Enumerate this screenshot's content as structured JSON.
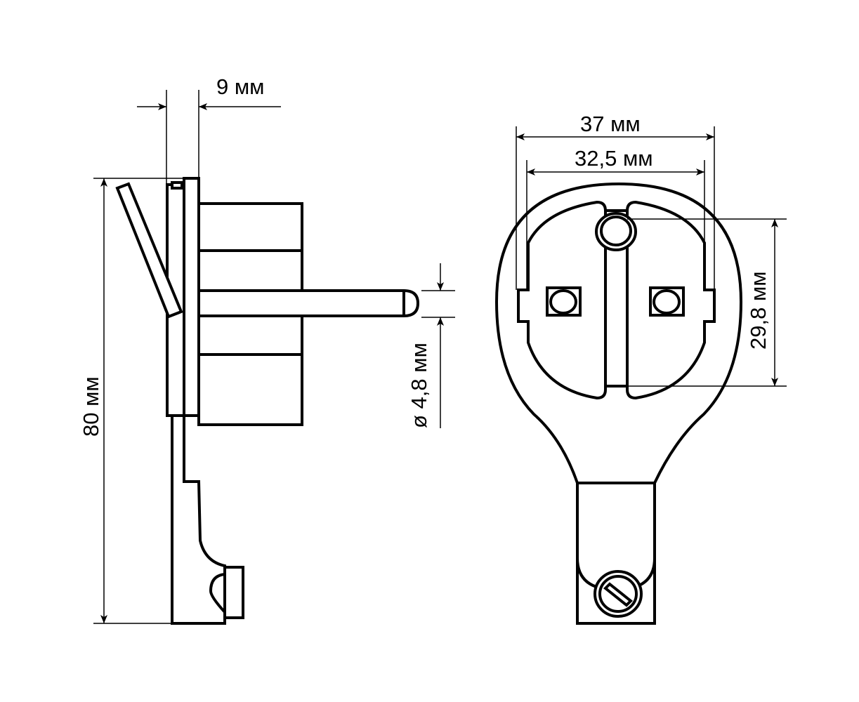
{
  "title": "Plug dimension drawing",
  "dimensions": {
    "thickness": "9 мм",
    "height": "80 мм",
    "pin_diameter": "ø 4,8 мм",
    "outer_width": "37 мм",
    "pin_spacing": "32,5 мм",
    "contact_height": "29,8 мм"
  },
  "colors": {
    "line": "#000000",
    "background": "#ffffff"
  }
}
